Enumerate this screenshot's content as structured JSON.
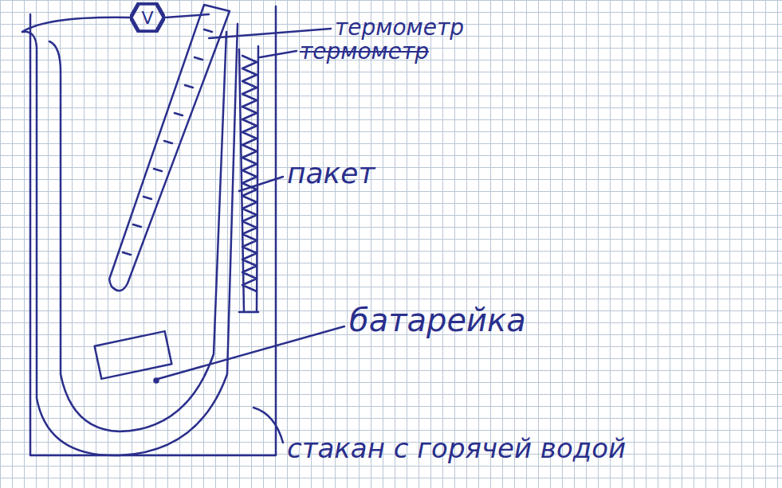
{
  "diagram": {
    "nodes": [
      {
        "text": [
          "V"
        ]
      }
    ],
    "labels": [
      "термометр",
      "термометр",
      "пакет",
      "батарейка",
      "стакан с горячей водой"
    ]
  }
}
